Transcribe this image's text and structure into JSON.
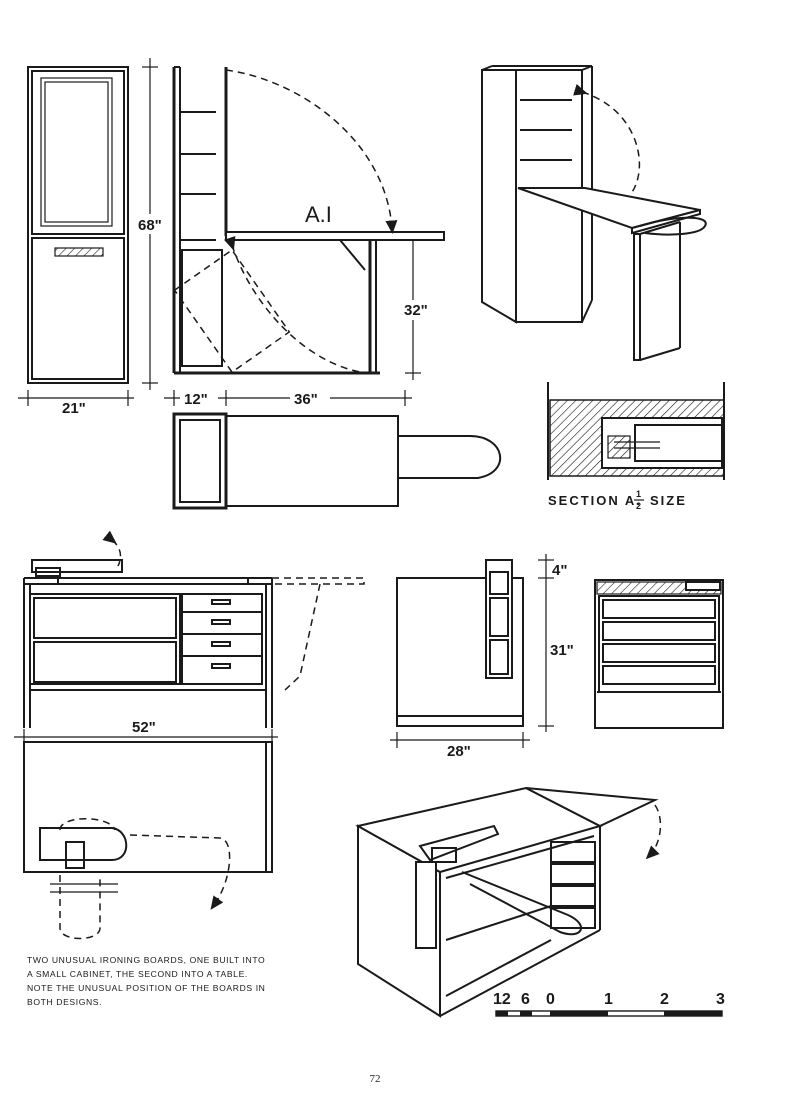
{
  "labels": {
    "height_68": "68\"",
    "width_21": "21\"",
    "section_marker": "A.I",
    "height_32": "32\"",
    "depth_12": "12\"",
    "width_36": "36\"",
    "section_title": "SECTION A.",
    "section_num": "1",
    "section_den": "2",
    "section_size": "SIZE",
    "height_4": "4\"",
    "height_31": "31\"",
    "width_52": "52\"",
    "width_28": "28\""
  },
  "scale": {
    "ticks": [
      "12",
      "6",
      "0",
      "1",
      "2",
      "3"
    ]
  },
  "caption": "TWO UNUSUAL IRONING BOARDS, ONE BUILT INTO A SMALL CABINET, THE SECOND INTO A TABLE. NOTE THE UNUSUAL POSITION OF THE BOARDS IN BOTH DESIGNS.",
  "page_number": "72"
}
